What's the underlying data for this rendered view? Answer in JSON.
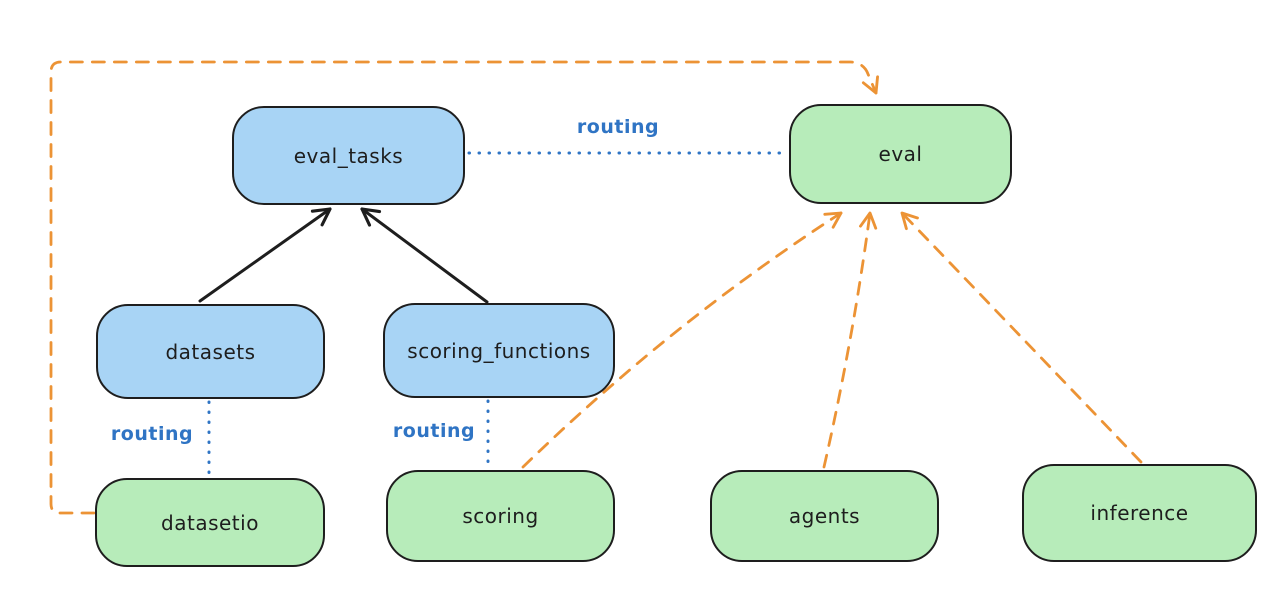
{
  "diagram": {
    "background": "#ffffff",
    "nodes": [
      {
        "id": "eval_tasks",
        "label": "eval_tasks",
        "fill": "#a8d4f5"
      },
      {
        "id": "eval",
        "label": "eval",
        "fill": "#b7ecba"
      },
      {
        "id": "datasets",
        "label": "datasets",
        "fill": "#a8d4f5"
      },
      {
        "id": "scoring_functions",
        "label": "scoring_functions",
        "fill": "#a8d4f5"
      },
      {
        "id": "datasetio",
        "label": "datasetio",
        "fill": "#b7ecba"
      },
      {
        "id": "scoring",
        "label": "scoring",
        "fill": "#b7ecba"
      },
      {
        "id": "agents",
        "label": "agents",
        "fill": "#b7ecba"
      },
      {
        "id": "inference",
        "label": "inference",
        "fill": "#b7ecba"
      }
    ],
    "edges": [
      {
        "from": "datasets",
        "to": "eval_tasks",
        "line": "solid",
        "arrow": true,
        "color": "#1e1e1e",
        "label": ""
      },
      {
        "from": "scoring_functions",
        "to": "eval_tasks",
        "line": "solid",
        "arrow": true,
        "color": "#1e1e1e",
        "label": ""
      },
      {
        "from": "eval_tasks",
        "to": "eval",
        "line": "dotted",
        "arrow": false,
        "color": "#2f74c4",
        "label": "routing"
      },
      {
        "from": "datasets",
        "to": "datasetio",
        "line": "dotted",
        "arrow": false,
        "color": "#2f74c4",
        "label": "routing"
      },
      {
        "from": "scoring_functions",
        "to": "scoring",
        "line": "dotted",
        "arrow": false,
        "color": "#2f74c4",
        "label": "routing"
      },
      {
        "from": "datasetio",
        "to": "eval",
        "line": "dashed",
        "arrow": true,
        "color": "#ec9335",
        "label": ""
      },
      {
        "from": "scoring",
        "to": "eval",
        "line": "dashed",
        "arrow": true,
        "color": "#ec9335",
        "label": ""
      },
      {
        "from": "agents",
        "to": "eval",
        "line": "dashed",
        "arrow": true,
        "color": "#ec9335",
        "label": ""
      },
      {
        "from": "inference",
        "to": "eval",
        "line": "dashed",
        "arrow": true,
        "color": "#ec9335",
        "label": ""
      }
    ],
    "colors": {
      "blue_fill": "#a8d4f5",
      "green_fill": "#b7ecba",
      "stroke": "#1e1e1e",
      "orange_dashed": "#ec9335",
      "routing_blue": "#2f74c4"
    }
  }
}
